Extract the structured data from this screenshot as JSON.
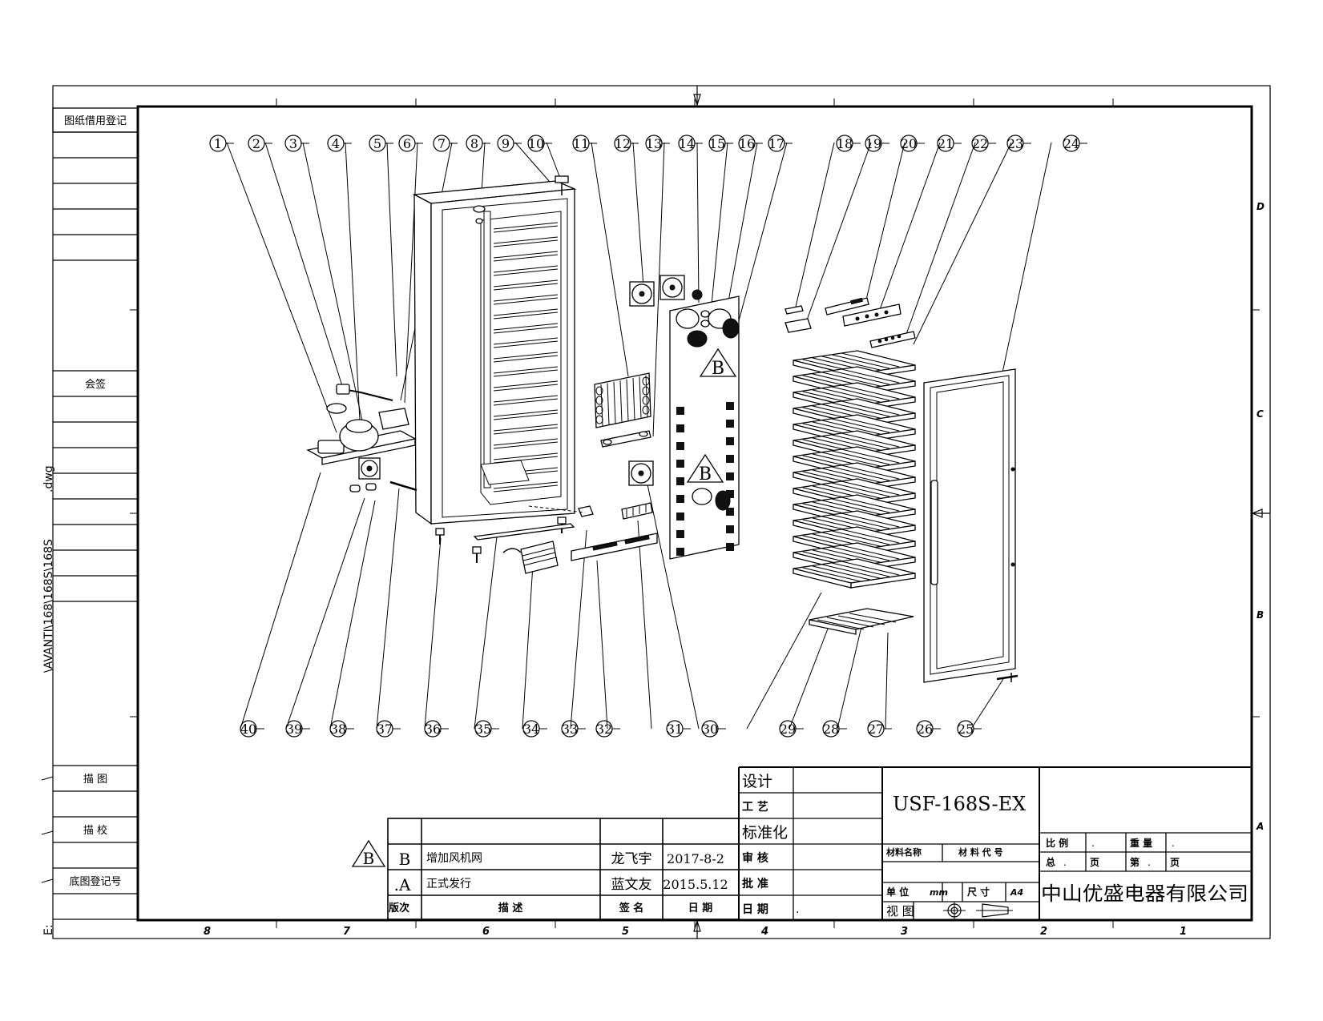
{
  "filepath": "\\AVANTI\\168\\168S\\168S",
  "filepath_ext": ".dwg",
  "filepath_drive": "E:",
  "left_strip": {
    "borrow_register": "图纸借用登记",
    "countersign": "会签",
    "trace": "描 图",
    "trace_check": "描 校",
    "base_register": "底图登记号"
  },
  "zones": {
    "columns": [
      "8",
      "7",
      "6",
      "5",
      "4",
      "3",
      "2",
      "1"
    ],
    "rows": [
      "D",
      "C",
      "B",
      "A"
    ]
  },
  "balloons": {
    "top": [
      "1",
      "2",
      "3",
      "4",
      "5",
      "6",
      "7",
      "8",
      "9",
      "10",
      "11",
      "12",
      "13",
      "14",
      "15",
      "16",
      "17",
      "18",
      "19",
      "20",
      "21",
      "22",
      "23",
      "24"
    ],
    "bottom": [
      "40",
      "39",
      "38",
      "37",
      "36",
      "35",
      "34",
      "33",
      "32",
      "31",
      "30",
      "29",
      "28",
      "27",
      "26",
      "25"
    ]
  },
  "revision_mark": "B",
  "revisions": [
    {
      "rev": "B",
      "desc": "增加风机网",
      "signer": "龙飞宇",
      "date": "2017-8-2"
    },
    {
      "rev": ".A",
      "desc": "正式发行",
      "signer": "蓝文友",
      "date": "2015.5.12"
    }
  ],
  "revision_header": {
    "rev": "版次",
    "desc": "描 述",
    "signer": "签 名",
    "date": "日 期"
  },
  "title_block": {
    "design": "设计",
    "craft": "工 艺",
    "standard": "标准化",
    "review": "审 核",
    "approve": "批 准",
    "date_label": "日 期",
    "date_value": ".",
    "model": "USF-168S-EX",
    "material_name": "材料名称",
    "material_code": "材 料 代 号",
    "scale": "比 例",
    "scale_value": ".",
    "weight": "重 量",
    "weight_value": ".",
    "total": "总",
    "total_sep": ".",
    "pages": "页",
    "sheet": "第",
    "sheet_sep": ".",
    "sheet_pages": "页",
    "unit": "单 位",
    "unit_value": "mm",
    "size": "尺 寸",
    "size_value": "A4",
    "view": "视 图",
    "company": "中山优盛电器有限公司"
  },
  "colors": {
    "ink": "#000000",
    "paper": "#ffffff"
  }
}
